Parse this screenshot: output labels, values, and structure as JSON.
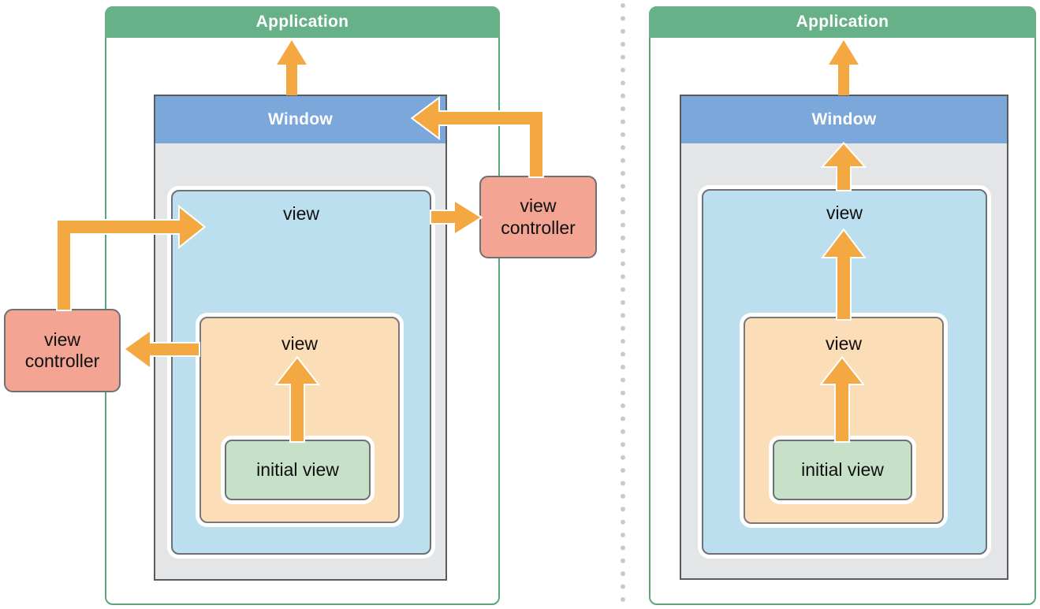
{
  "left_diagram": {
    "application_label": "Application",
    "window_label": "Window",
    "view_label": "view",
    "subview_label": "view",
    "initial_view_label": "initial view",
    "left_view_controller_label": "view controller",
    "right_view_controller_label": "view controller",
    "arrows": [
      {
        "from": "window",
        "to": "application"
      },
      {
        "from": "right view controller",
        "to": "window"
      },
      {
        "from": "left view controller",
        "to": "view"
      },
      {
        "from": "view",
        "to": "right view controller"
      },
      {
        "from": "subview",
        "to": "left view controller"
      },
      {
        "from": "initial view",
        "to": "subview"
      }
    ]
  },
  "right_diagram": {
    "application_label": "Application",
    "window_label": "Window",
    "view_label": "view",
    "subview_label": "view",
    "initial_view_label": "initial view",
    "arrows": [
      {
        "from": "window",
        "to": "application"
      },
      {
        "from": "view",
        "to": "window"
      },
      {
        "from": "subview",
        "to": "view"
      },
      {
        "from": "initial view",
        "to": "subview"
      }
    ]
  },
  "colors": {
    "application_bar": "#67B189",
    "container_border": "#57A878",
    "window_header": "#7BA7DB",
    "window_body": "#E3E5E6",
    "view_fill": "#BCDFEF",
    "subview_fill": "#FBDEB7",
    "initial_view_fill": "#C6E1C7",
    "view_controller_fill": "#F3A492",
    "arrow": "#F4A842",
    "divider_dots": "#C9C9C9"
  }
}
